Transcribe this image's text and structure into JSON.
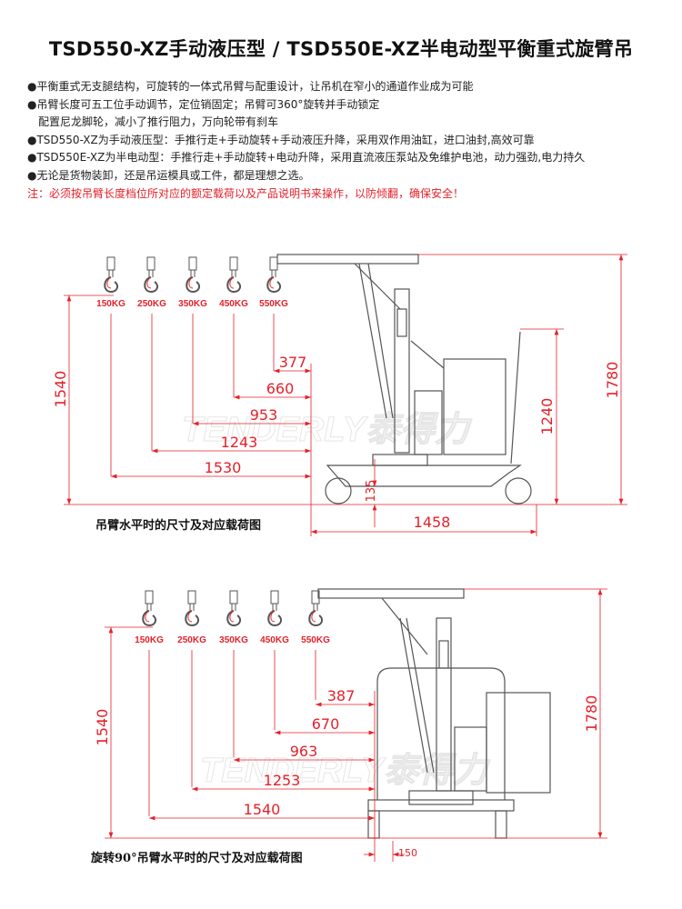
{
  "title": "TSD550-XZ手动液压型 / TSD550E-XZ半电动型平衡重式旋臂吊",
  "bullets": [
    "●平衡重式无支腿结构，可旋转的一体式吊臂与配重设计，让吊机在窄小的通道作业成为可能",
    "●吊臂长度可五工位手动调节，定位销固定；吊臂可360°旋转并手动锁定",
    "配置尼龙脚轮，减小了推行阻力，万向轮带有刹车",
    "●TSD550-XZ为手动液压型：手推行走+手动旋转+手动液压升降，采用双作用油缸，进口油封,高效可靠",
    "●TSD550E-XZ为半电动型：手推行走+手动旋转+电动升降，采用直流液压泵站及免维护电池，动力强劲,电力持久",
    "●无论是货物装卸，还是吊运模具或工件，都是理想之选。"
  ],
  "warning": "注：必须按吊臂长度档位所对应的额定载荷以及产品说明书来操作，以防倾翻，确保安全！",
  "watermark": "TENDERLY泰得力",
  "diagram1": {
    "caption": "吊臂水平时的尺寸及对应载荷图",
    "loads": [
      "150KG",
      "250KG",
      "350KG",
      "450KG",
      "550KG"
    ],
    "reaches": [
      "1530",
      "1243",
      "953",
      "660",
      "377"
    ],
    "height_hook": "1540",
    "height_total": "1780",
    "height_handle": "1240",
    "ground_clearance": "135",
    "base_length": "1458"
  },
  "diagram2": {
    "caption": "旋转90°吊臂水平时的尺寸及对应载荷图",
    "loads": [
      "150KG",
      "250KG",
      "350KG",
      "450KG",
      "550KG"
    ],
    "reaches": [
      "1540",
      "1253",
      "963",
      "670",
      "387"
    ],
    "height_hook": "1540",
    "height_total": "1780",
    "offset": "150"
  },
  "colors": {
    "dimension": "#e4212a",
    "drawing": "#555555"
  }
}
